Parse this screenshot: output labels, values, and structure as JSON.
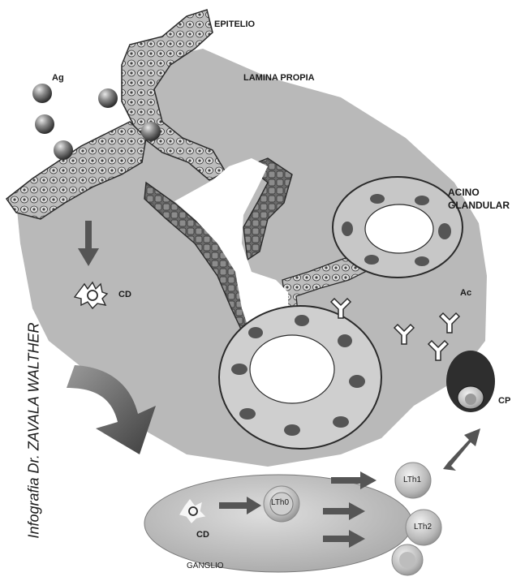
{
  "labels": {
    "epitelio": "EPITELIO",
    "lamina_propia": "LAMINA PROPIA",
    "ag": "Ag",
    "acino_line1": "ACINO",
    "acino_line2": "GLANDULAR",
    "cd_top": "CD",
    "ac": "Ac",
    "cp": "CP",
    "lth0": "LTh0",
    "lth1": "LTh1",
    "lth2": "LTh2",
    "cd_bottom": "CD",
    "ganglio": "GANGLIO"
  },
  "credit": "Infografia Dr. ZAVALA WALTHER",
  "colors": {
    "tissue": "#b9b9b9",
    "epithelium_dark": "#5a5a5a",
    "epithelium_light": "#c8c8c8",
    "ganglio": "#c4c4c4",
    "arrow": "#555555"
  }
}
